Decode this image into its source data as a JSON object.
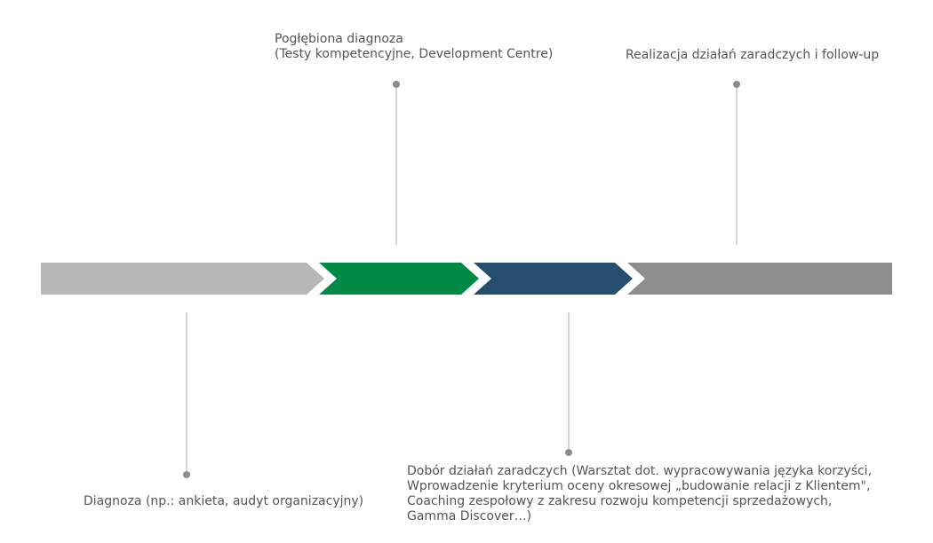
{
  "diagram": {
    "stages": [
      {
        "id": "stage-1",
        "color": "#b7b7b7",
        "lines": [
          "Diagnoza (np.: ankieta, audyt organizacyjny)"
        ]
      },
      {
        "id": "stage-2",
        "color": "#008a45",
        "lines": [
          "Pogłębiona diagnoza",
          "(Testy kompetencyjne, Development Centre)"
        ]
      },
      {
        "id": "stage-3",
        "color": "#244d6e",
        "lines": [
          "Dobór działań zaradczych (Warsztat dot. wypracowywania języka korzyści,",
          "Wprowadzenie kryterium oceny okresowej „budowanie relacji z Klientem\",",
          "Coaching zespołowy z zakresu rozwoju kompetencji sprzedażowych,",
          "Gamma Discover…)"
        ]
      },
      {
        "id": "stage-4",
        "color": "#8e8e8e",
        "lines": [
          "Realizacja działań zaradczych i follow-up"
        ]
      }
    ],
    "connector_color": "#c8c8c8",
    "dot_color": "#8c8c8c"
  }
}
